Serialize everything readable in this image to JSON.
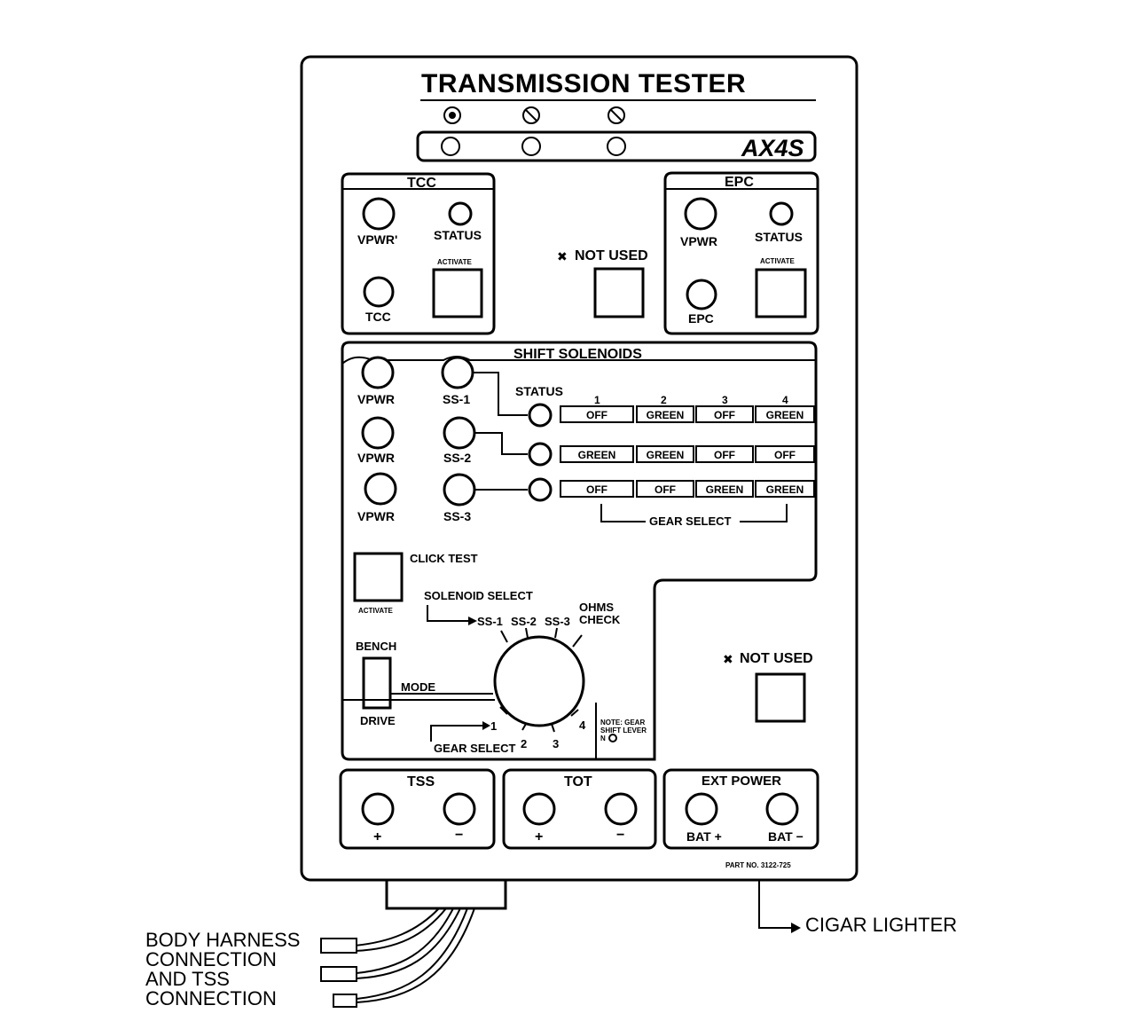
{
  "title": "TRANSMISSION TESTER",
  "model": "AX4S",
  "part_no": "PART NO. 3122-725",
  "tcc": {
    "header": "TCC",
    "vpwr_label": "VPWR'",
    "status_label": "STATUS",
    "activate_label": "ACTIVATE",
    "tcc_label": "TCC"
  },
  "epc": {
    "header": "EPC",
    "vpwr_label": "VPWR",
    "status_label": "STATUS",
    "activate_label": "ACTIVATE",
    "epc_label": "EPC"
  },
  "not_used_label": "NOT USED",
  "not_used_mark": "✖",
  "shift_solenoids": {
    "header": "SHIFT SOLENOIDS",
    "status_label": "STATUS",
    "vpwr_labels": [
      "VPWR",
      "VPWR",
      "VPWR"
    ],
    "ss_labels": [
      "SS-1",
      "SS-2",
      "SS-3"
    ],
    "gear_columns": [
      "1",
      "2",
      "3",
      "4"
    ],
    "rows": [
      [
        "OFF",
        "GREEN",
        "OFF",
        "GREEN"
      ],
      [
        "GREEN",
        "GREEN",
        "OFF",
        "OFF"
      ],
      [
        "OFF",
        "OFF",
        "GREEN",
        "GREEN"
      ]
    ],
    "gear_select_bracket": "GEAR SELECT"
  },
  "click_test": {
    "label": "CLICK TEST",
    "activate_label": "ACTIVATE"
  },
  "solenoid_select": {
    "label": "SOLENOID SELECT",
    "positions": [
      "SS-1",
      "SS-2",
      "SS-3"
    ],
    "ohms_line1": "OHMS",
    "ohms_line2": "CHECK"
  },
  "mode": {
    "bench": "BENCH",
    "label": "MODE",
    "drive": "DRIVE"
  },
  "gear_select": {
    "label": "GEAR SELECT",
    "positions": [
      "1",
      "2",
      "3",
      "4"
    ]
  },
  "note": {
    "line1": "NOTE: GEAR",
    "line2": "SHIFT LEVER",
    "line3": "N"
  },
  "tss": {
    "header": "TSS",
    "plus": "+",
    "minus": "−"
  },
  "tot": {
    "header": "TOT",
    "plus": "+",
    "minus": "−"
  },
  "ext_power": {
    "header": "EXT POWER",
    "plus": "BAT +",
    "minus": "BAT −"
  },
  "harness": {
    "line1": "BODY HARNESS",
    "line2": "CONNECTION",
    "line3": "AND TSS",
    "line4": "CONNECTION"
  },
  "cigar_lighter": "CIGAR LIGHTER"
}
